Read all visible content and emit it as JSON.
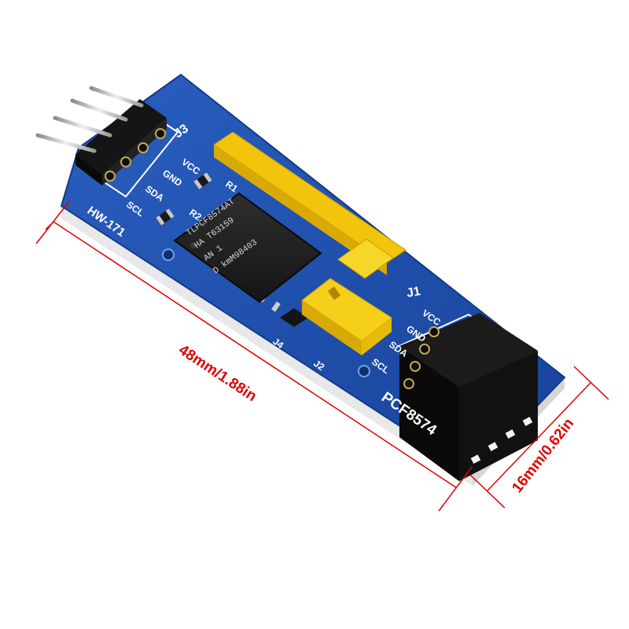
{
  "board": {
    "name_label": "HW-171",
    "brand_label": "PCF8574",
    "j3": {
      "label": "J3",
      "pins": [
        "VCC",
        "GND",
        "SDA",
        "SCL"
      ]
    },
    "j1": {
      "label": "J1",
      "pins": [
        "VCC",
        "GND",
        "SDA",
        "SCL"
      ]
    },
    "resistor_labels": [
      "R1",
      "R2"
    ],
    "jumper_labels": [
      "J4",
      "J2"
    ],
    "chip_lines": [
      "TLPCF8574AT",
      "HA  T63159",
      "AN    1",
      "D kmM98403"
    ]
  },
  "dimensions": {
    "length": "48mm/1.88in",
    "width": "16mm/0.62in"
  },
  "colors": {
    "pcb": "#1f4fa8",
    "header_yellow": "#f2c40c",
    "dimension_line": "#e10000",
    "chip": "#222222"
  }
}
